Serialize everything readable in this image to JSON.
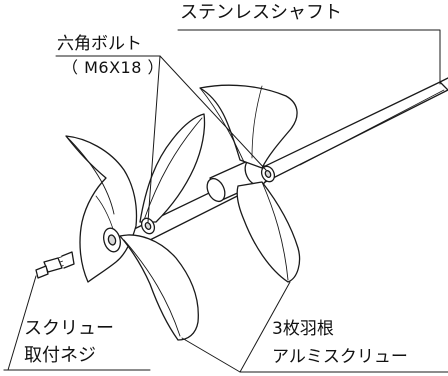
{
  "labels": {
    "shaft": "ステンレスシャフト",
    "bolt": "六角ボルト",
    "bolt_spec": "（ M6X18 ）",
    "screw_line1": "スクリュー",
    "screw_line2": "取付ネジ",
    "blade_line1": "3枚羽根",
    "blade_line2": "アルミスクリュー"
  },
  "colors": {
    "line": "#1a1a1a",
    "fill": "#ffffff",
    "shade": "#d9d9d9"
  }
}
